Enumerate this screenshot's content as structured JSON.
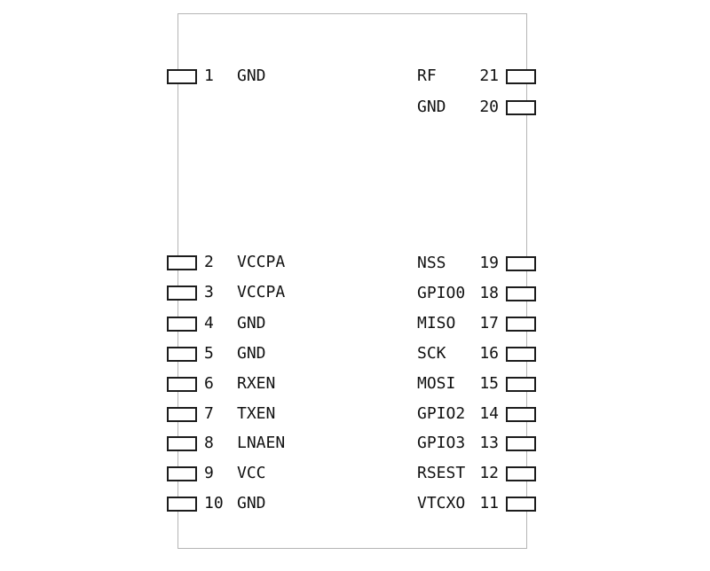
{
  "diagram": {
    "type": "ic-module-pinout",
    "outline_color": "#b5b5b5",
    "pin_color": "#1c1c1c",
    "text_color": "#111111"
  },
  "pins": {
    "left": [
      {
        "number": "1",
        "name": "GND"
      },
      {
        "number": "2",
        "name": "VCCPA"
      },
      {
        "number": "3",
        "name": "VCCPA"
      },
      {
        "number": "4",
        "name": "GND"
      },
      {
        "number": "5",
        "name": "GND"
      },
      {
        "number": "6",
        "name": "RXEN"
      },
      {
        "number": "7",
        "name": "TXEN"
      },
      {
        "number": "8",
        "name": "LNAEN"
      },
      {
        "number": "9",
        "name": "VCC"
      },
      {
        "number": "10",
        "name": "GND"
      }
    ],
    "right": [
      {
        "number": "21",
        "name": "RF"
      },
      {
        "number": "20",
        "name": "GND"
      },
      {
        "number": "19",
        "name": "NSS"
      },
      {
        "number": "18",
        "name": "GPIO0"
      },
      {
        "number": "17",
        "name": "MISO"
      },
      {
        "number": "16",
        "name": "SCK"
      },
      {
        "number": "15",
        "name": "MOSI"
      },
      {
        "number": "14",
        "name": "GPIO2"
      },
      {
        "number": "13",
        "name": "GPIO3"
      },
      {
        "number": "12",
        "name": "RSEST"
      },
      {
        "number": "11",
        "name": "VTCXO"
      }
    ]
  }
}
